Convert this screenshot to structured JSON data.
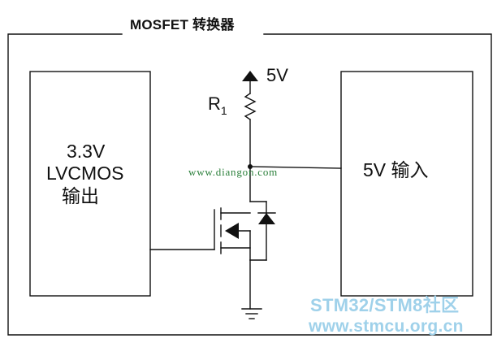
{
  "diagram": {
    "title": "MOSFET 转换器",
    "left_block": {
      "line1": "3.3V",
      "line2": "LVCMOS",
      "line3": "输出"
    },
    "right_block": {
      "label": "5V 输入"
    },
    "supply": {
      "label": "5V"
    },
    "resistor": {
      "label": "R",
      "subscript": "1"
    },
    "watermark_url": "www.diangon.com"
  },
  "watermarks": {
    "line1": "STM32/STM8社区",
    "line2": "www.stmcu.org.cn"
  },
  "colors": {
    "line": "#111111",
    "watermark_blue": "#9fd1ea",
    "watermark_green": "#2a7f3a"
  }
}
